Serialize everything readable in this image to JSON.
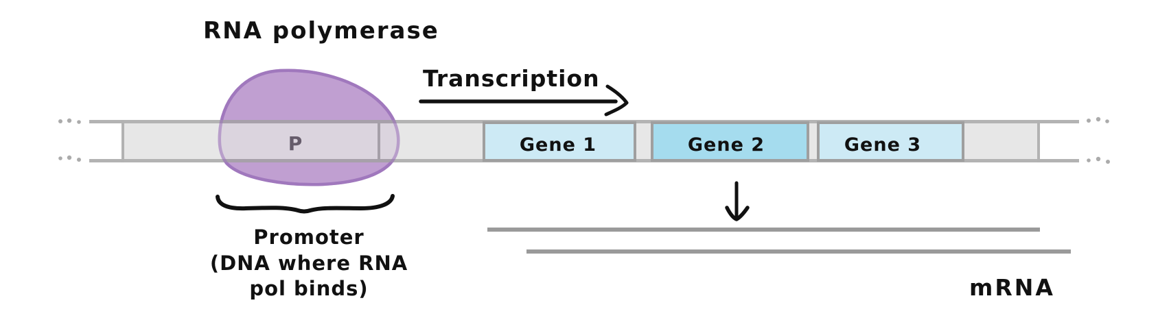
{
  "figure": {
    "type": "biology-diagram",
    "topic": "Transcription of genes downstream of a promoter",
    "labels": {
      "rna_polymerase": "RNA polymerase",
      "transcription": "Transcription",
      "promoter_symbol": "P",
      "promoter_caption_line1": "Promoter",
      "promoter_caption_line2": "(DNA where RNA",
      "promoter_caption_line3": "pol binds)",
      "mrna": "mRNA"
    },
    "genes": [
      {
        "label": "Gene 1",
        "fill": "#cdeaf5"
      },
      {
        "label": "Gene 2",
        "fill": "#a5dcee"
      },
      {
        "label": "Gene 3",
        "fill": "#cdeaf5"
      }
    ],
    "colors": {
      "blob_fill": "#c09fd1",
      "blob_stroke": "#a178bd",
      "band_fill": "#e2e2e2",
      "band_border": "#9f9f9f",
      "rail": "#a1a1a1",
      "dots": "#ababab",
      "mrna_line": "#9a9a9a",
      "ink": "#111111"
    }
  }
}
